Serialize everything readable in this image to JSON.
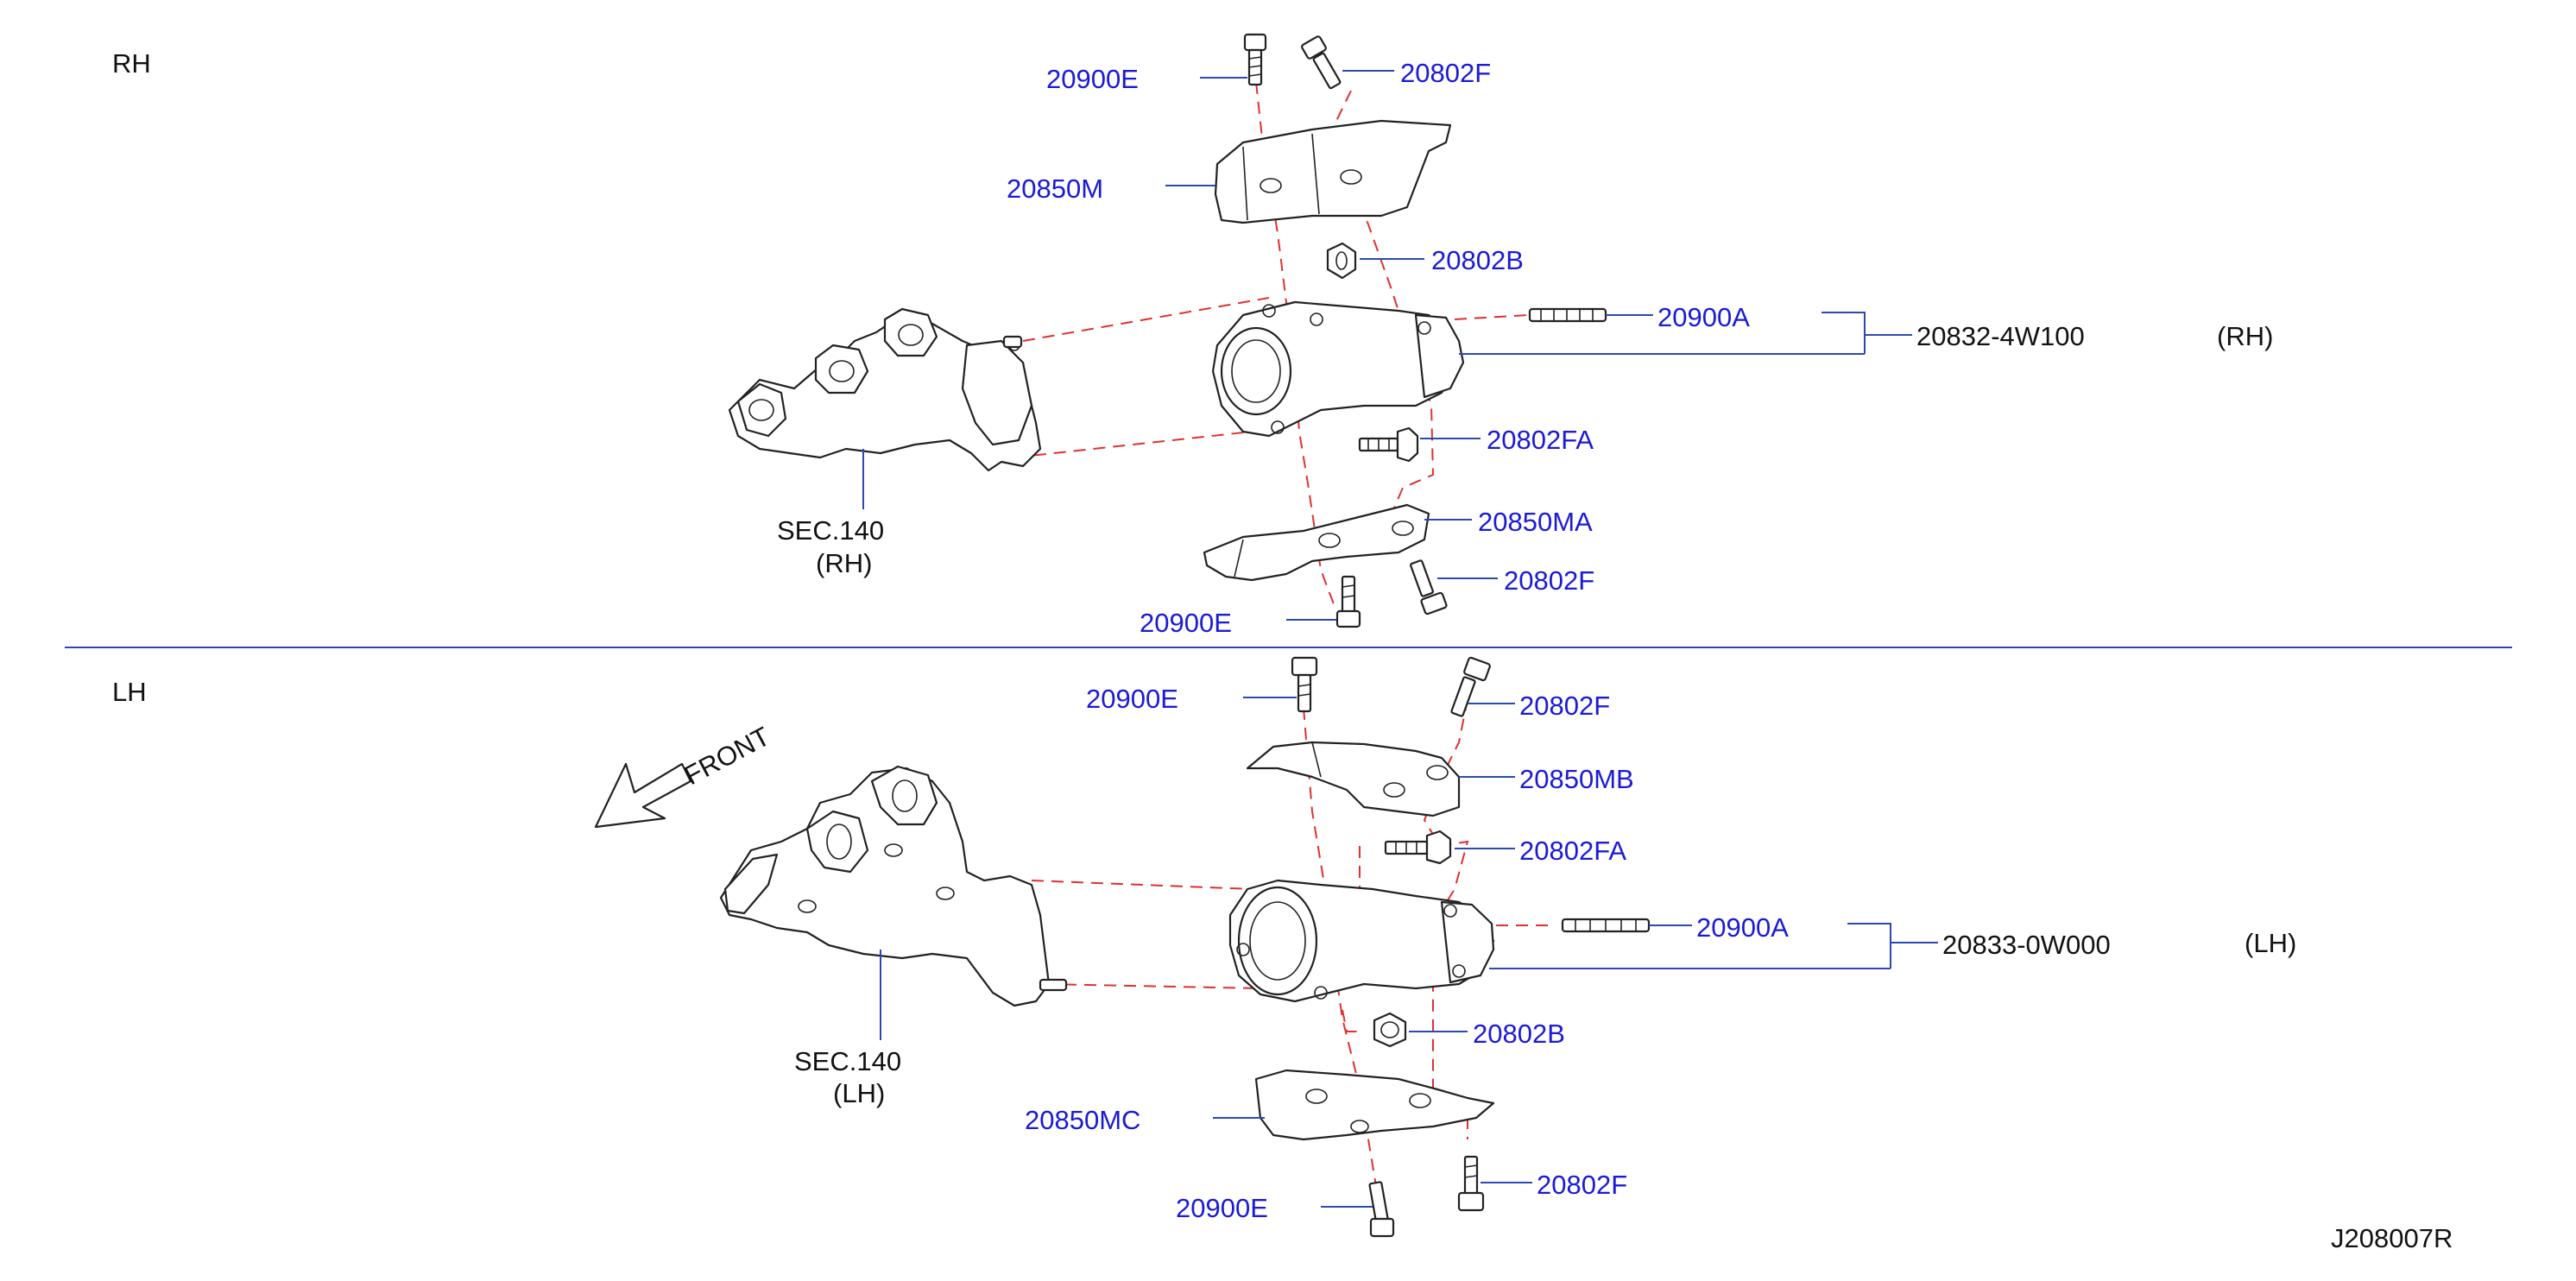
{
  "sections": {
    "rh": "RH",
    "lh": "LH"
  },
  "front_label": "FRONT",
  "rh": {
    "callouts": {
      "bolt_top_left": "20900E",
      "bolt_top_right": "20802F",
      "upper_cover": "20850M",
      "nut": "20802B",
      "stud": "20900A",
      "bolt_mid": "20802FA",
      "lower_cover": "20850MA",
      "bolt_bottom_right": "20802F",
      "bolt_bottom_left": "20900E"
    },
    "assembly_number": "20832-4W100",
    "assembly_side": "(RH)",
    "sec_ref": "SEC.140",
    "sec_side": "(RH)"
  },
  "lh": {
    "callouts": {
      "bolt_top_left": "20900E",
      "bolt_top_right": "20802F",
      "upper_cover": "20850MB",
      "bolt_mid": "20802FA",
      "stud": "20900A",
      "nut": "20802B",
      "lower_cover": "20850MC",
      "bolt_bottom_left": "20900E",
      "bolt_bottom_right": "20802F"
    },
    "assembly_number": "20833-0W000",
    "assembly_side": "(LH)",
    "sec_ref": "SEC.140",
    "sec_side": "(LH)"
  },
  "figure_code": "J208007R",
  "colors": {
    "part_number": "#1a1ad8",
    "leader_line": "#2a4ab0",
    "dashed_guide": "#e03030",
    "ink": "#111111"
  }
}
